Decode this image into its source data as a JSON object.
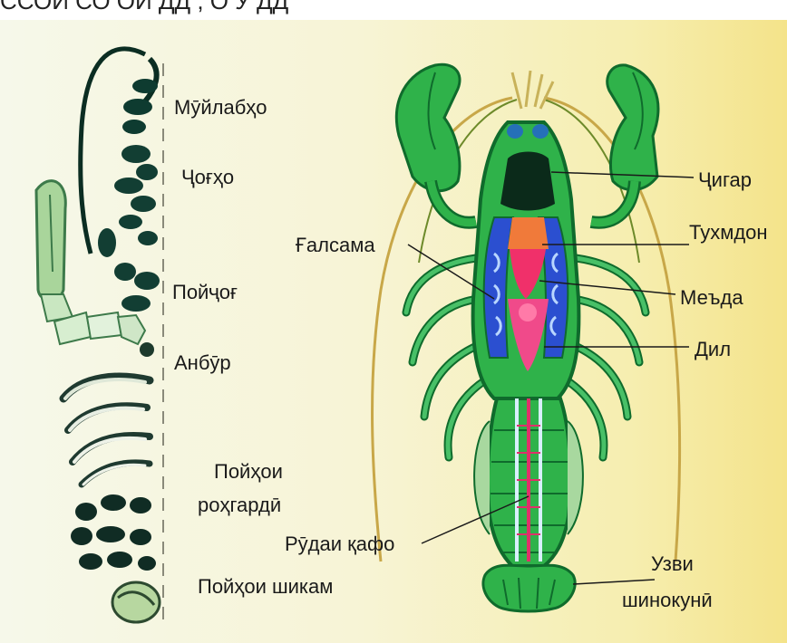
{
  "top_text": "ССОИ СО ОИ    ДД ,    О   У  ДД",
  "labels": {
    "antennae": "Мӯйлабҳо",
    "jaws": "Ҷоғҳо",
    "legs": "Пойҷоғ",
    "pincer": "Анбӯр",
    "walking_legs_1": "Пойҳои",
    "walking_legs_2": "роҳгардӣ",
    "abdominal_legs": "Пойҳои шикам",
    "gill": "Ғалсама",
    "intestine": "Рӯдаи қафо",
    "liver": "Ҷигар",
    "ovary": "Тухмдон",
    "stomach": "Меъда",
    "heart": "Дил",
    "tail_fin_1": "Узви",
    "tail_fin_2": "шинокунӣ"
  },
  "colors": {
    "body_green": "#2fb24a",
    "dark_green": "#0f6b2c",
    "organ_pink": "#f0306a",
    "gill_blue": "#2b4fd0",
    "liver_dark": "#0b2a1a"
  }
}
